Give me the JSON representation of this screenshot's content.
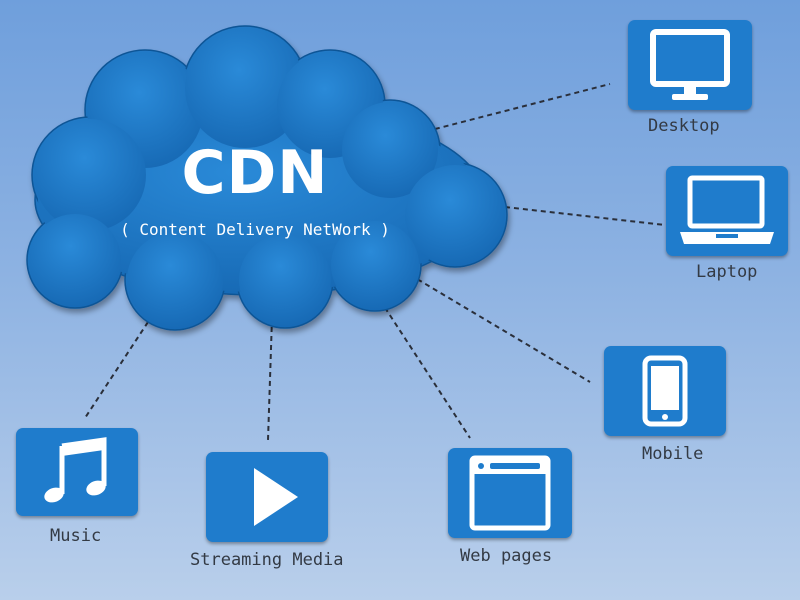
{
  "cdn": {
    "title": "CDN",
    "subtitle": "( Content Delivery NetWork )"
  },
  "nodes": {
    "desktop": {
      "label": "Desktop",
      "icon": "desktop-monitor-icon"
    },
    "laptop": {
      "label": "Laptop",
      "icon": "laptop-icon"
    },
    "mobile": {
      "label": "Mobile",
      "icon": "mobile-phone-icon"
    },
    "web_pages": {
      "label": "Web pages",
      "icon": "web-page-window-icon"
    },
    "streaming_media": {
      "label": "Streaming Media",
      "icon": "play-icon"
    },
    "music": {
      "label": "Music",
      "icon": "music-note-icon"
    }
  },
  "colors": {
    "cloud": "#1f7ccc",
    "tile": "#1f7ccc",
    "connector": "#2a2f3a",
    "label": "#333a44"
  }
}
